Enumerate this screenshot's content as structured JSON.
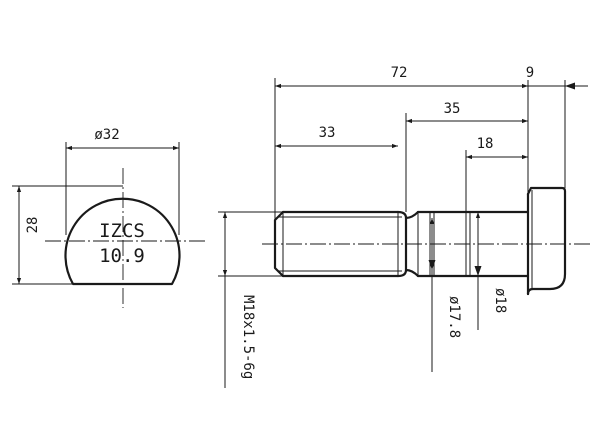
{
  "drawing": {
    "head_view": {
      "diameter_label": "ø32",
      "height_label": "28",
      "marking_line1": "IZCS",
      "marking_line2": "10.9"
    },
    "side_view": {
      "overall_length": "72",
      "head_thickness": "9",
      "shank_length": "35",
      "thread_length": "33",
      "knurl_length": "18",
      "thread_spec": "M18x1.5-6g",
      "neck_diameter": "ø17.8",
      "knurl_diameter": "ø18"
    }
  }
}
